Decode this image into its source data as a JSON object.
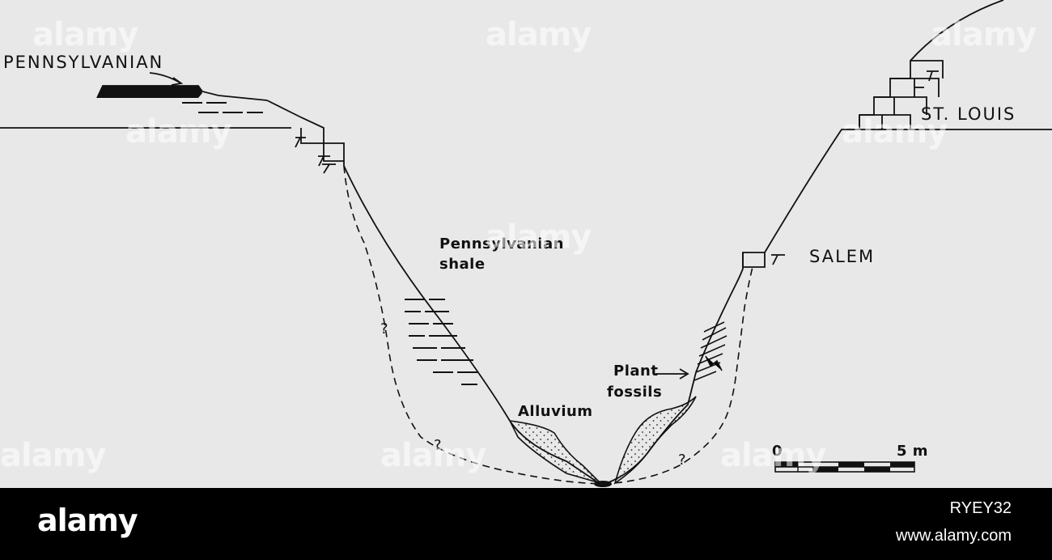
{
  "diagram": {
    "labels": {
      "pennsylvanian": "PENNSYLVANIAN",
      "st_louis": "ST. LOUIS",
      "salem": "SALEM",
      "shale_line1": "Pennsylvanian",
      "shale_line2": "shale",
      "plant_line1": "Plant",
      "plant_line2": "fossils",
      "alluvium": "Alluvium",
      "question_mark": "?"
    },
    "scale_bar": {
      "start_label": "0",
      "end_label": "5 m"
    }
  },
  "footer": {
    "logo_text": "alamy",
    "image_id": "RYEY32",
    "url": "www.alamy.com"
  },
  "watermark": {
    "text": "alamy"
  }
}
